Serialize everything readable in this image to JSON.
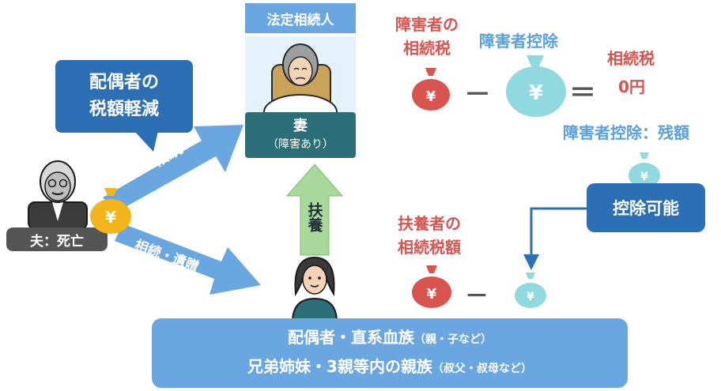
{
  "heir_header": "法定相続人",
  "wife": {
    "title": "妻",
    "subtitle": "（障害あり）"
  },
  "spouse_reduction": {
    "line1": "配偶者の",
    "line2": "税額軽減"
  },
  "husband": {
    "label": "夫：死亡"
  },
  "arrows": {
    "inherit": "相続",
    "inherit_gift": "相続・遺贈",
    "support": "扶養"
  },
  "equation": {
    "disabled_tax": {
      "line1": "障害者の",
      "line2": "相続税"
    },
    "deduction": "障害者控除",
    "minus": "－",
    "equals": "＝",
    "result": {
      "label": "相続税",
      "value": "0円"
    }
  },
  "remaining": "障害者控除：残額",
  "deductible": "控除可能",
  "supporter": {
    "line1": "扶養者の",
    "line2": "相続税額"
  },
  "bottom": {
    "line1_main": "配偶者・直系血族",
    "line1_note": "（親・子など）",
    "line2_main": "兄弟姉妹・3親等内の親族",
    "line2_note": "（叔父・叔母など）"
  },
  "icons": {
    "money_bag": "money-bag-icon",
    "yen": "¥"
  },
  "colors": {
    "red": "#d9534f",
    "light_blue": "#5aa0dc",
    "teal": "#8fd9df",
    "dark_teal": "#2d6f78",
    "dark_blue": "#2d6fb5",
    "gold": "#f3b51b"
  }
}
